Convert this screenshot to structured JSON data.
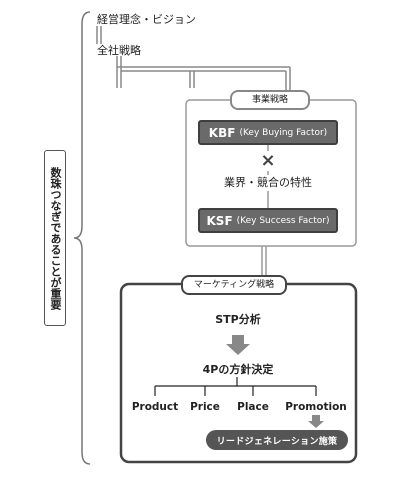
{
  "side_label": "数珠つなぎであることが重要",
  "top": {
    "vision": "経営理念・ビジョン",
    "company_strategy": "全社戦略"
  },
  "business_strategy": {
    "tag": "事業戦略",
    "kbf_abbr": "KBF",
    "kbf_full": "(Key Buying Factor)",
    "times_symbol": "×",
    "industry_traits": "業界・競合の特性",
    "ksf_abbr": "KSF",
    "ksf_full": "(Key Success Factor)"
  },
  "marketing_strategy": {
    "tag": "マーケティング戦略",
    "stp": "STP分析",
    "policy": "4Pの方針決定",
    "four_p": [
      "Product",
      "Price",
      "Place",
      "Promotion"
    ],
    "lead_gen": "リードジェネレーション施策"
  }
}
